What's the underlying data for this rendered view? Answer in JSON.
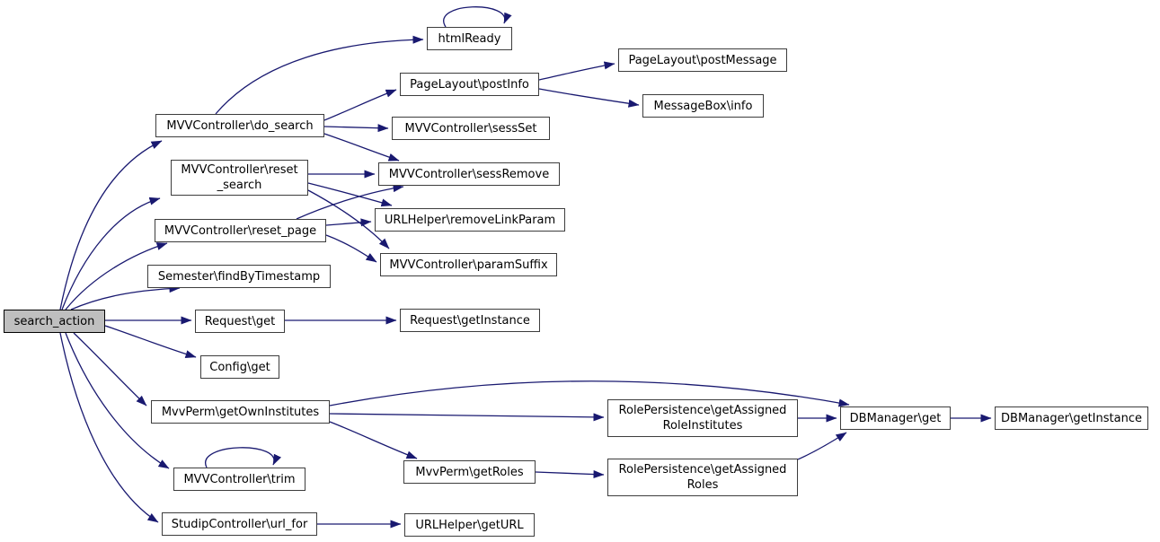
{
  "diagram": {
    "type": "call-graph",
    "root": "search_action",
    "edge_color": "#191970",
    "node_fill": "#ffffff",
    "root_fill": "#bfbfbf",
    "node_border": "#3d3d3d"
  },
  "nodes": [
    {
      "id": "search_action",
      "lines": [
        "search_action"
      ]
    },
    {
      "id": "do_search",
      "lines": [
        "MVVController\\do_search"
      ]
    },
    {
      "id": "reset_search",
      "lines": [
        "MVVController\\reset",
        "_search"
      ]
    },
    {
      "id": "reset_page",
      "lines": [
        "MVVController\\reset_page"
      ]
    },
    {
      "id": "findByTimestamp",
      "lines": [
        "Semester\\findByTimestamp"
      ]
    },
    {
      "id": "request_get",
      "lines": [
        "Request\\get"
      ]
    },
    {
      "id": "config_get",
      "lines": [
        "Config\\get"
      ]
    },
    {
      "id": "getOwnInstitutes",
      "lines": [
        "MvvPerm\\getOwnInstitutes"
      ]
    },
    {
      "id": "trim",
      "lines": [
        "MVVController\\trim"
      ]
    },
    {
      "id": "url_for",
      "lines": [
        "StudipController\\url_for"
      ]
    },
    {
      "id": "htmlReady",
      "lines": [
        "htmlReady"
      ]
    },
    {
      "id": "postInfo",
      "lines": [
        "PageLayout\\postInfo"
      ]
    },
    {
      "id": "sessSet",
      "lines": [
        "MVVController\\sessSet"
      ]
    },
    {
      "id": "sessRemove",
      "lines": [
        "MVVController\\sessRemove"
      ]
    },
    {
      "id": "removeLinkParam",
      "lines": [
        "URLHelper\\removeLinkParam"
      ]
    },
    {
      "id": "paramSuffix",
      "lines": [
        "MVVController\\paramSuffix"
      ]
    },
    {
      "id": "request_getInstance",
      "lines": [
        "Request\\getInstance"
      ]
    },
    {
      "id": "postMessage",
      "lines": [
        "PageLayout\\postMessage"
      ]
    },
    {
      "id": "messagebox_info",
      "lines": [
        "MessageBox\\info"
      ]
    },
    {
      "id": "getAssignedRoleInstitutes",
      "lines": [
        "RolePersistence\\getAssigned",
        "RoleInstitutes"
      ]
    },
    {
      "id": "getRoles",
      "lines": [
        "MvvPerm\\getRoles"
      ]
    },
    {
      "id": "getAssignedRoles",
      "lines": [
        "RolePersistence\\getAssigned",
        "Roles"
      ]
    },
    {
      "id": "dbmanager_get",
      "lines": [
        "DBManager\\get"
      ]
    },
    {
      "id": "dbmanager_getInstance",
      "lines": [
        "DBManager\\getInstance"
      ]
    },
    {
      "id": "getURL",
      "lines": [
        "URLHelper\\getURL"
      ]
    }
  ],
  "edges": [
    {
      "from": "search_action",
      "to": "do_search"
    },
    {
      "from": "search_action",
      "to": "reset_search"
    },
    {
      "from": "search_action",
      "to": "reset_page"
    },
    {
      "from": "search_action",
      "to": "findByTimestamp"
    },
    {
      "from": "search_action",
      "to": "request_get"
    },
    {
      "from": "search_action",
      "to": "config_get"
    },
    {
      "from": "search_action",
      "to": "getOwnInstitutes"
    },
    {
      "from": "search_action",
      "to": "trim"
    },
    {
      "from": "search_action",
      "to": "url_for"
    },
    {
      "from": "do_search",
      "to": "htmlReady"
    },
    {
      "from": "do_search",
      "to": "postInfo"
    },
    {
      "from": "do_search",
      "to": "sessSet"
    },
    {
      "from": "do_search",
      "to": "sessRemove"
    },
    {
      "from": "reset_search",
      "to": "sessRemove"
    },
    {
      "from": "reset_search",
      "to": "removeLinkParam"
    },
    {
      "from": "reset_search",
      "to": "paramSuffix"
    },
    {
      "from": "reset_page",
      "to": "sessRemove"
    },
    {
      "from": "reset_page",
      "to": "removeLinkParam"
    },
    {
      "from": "reset_page",
      "to": "paramSuffix"
    },
    {
      "from": "postInfo",
      "to": "postMessage"
    },
    {
      "from": "postInfo",
      "to": "messagebox_info"
    },
    {
      "from": "request_get",
      "to": "request_getInstance"
    },
    {
      "from": "getOwnInstitutes",
      "to": "dbmanager_get"
    },
    {
      "from": "getOwnInstitutes",
      "to": "getAssignedRoleInstitutes"
    },
    {
      "from": "getOwnInstitutes",
      "to": "getRoles"
    },
    {
      "from": "getRoles",
      "to": "getAssignedRoles"
    },
    {
      "from": "getAssignedRoleInstitutes",
      "to": "dbmanager_get"
    },
    {
      "from": "getAssignedRoles",
      "to": "dbmanager_get"
    },
    {
      "from": "dbmanager_get",
      "to": "dbmanager_getInstance"
    },
    {
      "from": "url_for",
      "to": "getURL"
    },
    {
      "from": "htmlReady",
      "to": "htmlReady"
    },
    {
      "from": "trim",
      "to": "trim"
    }
  ]
}
